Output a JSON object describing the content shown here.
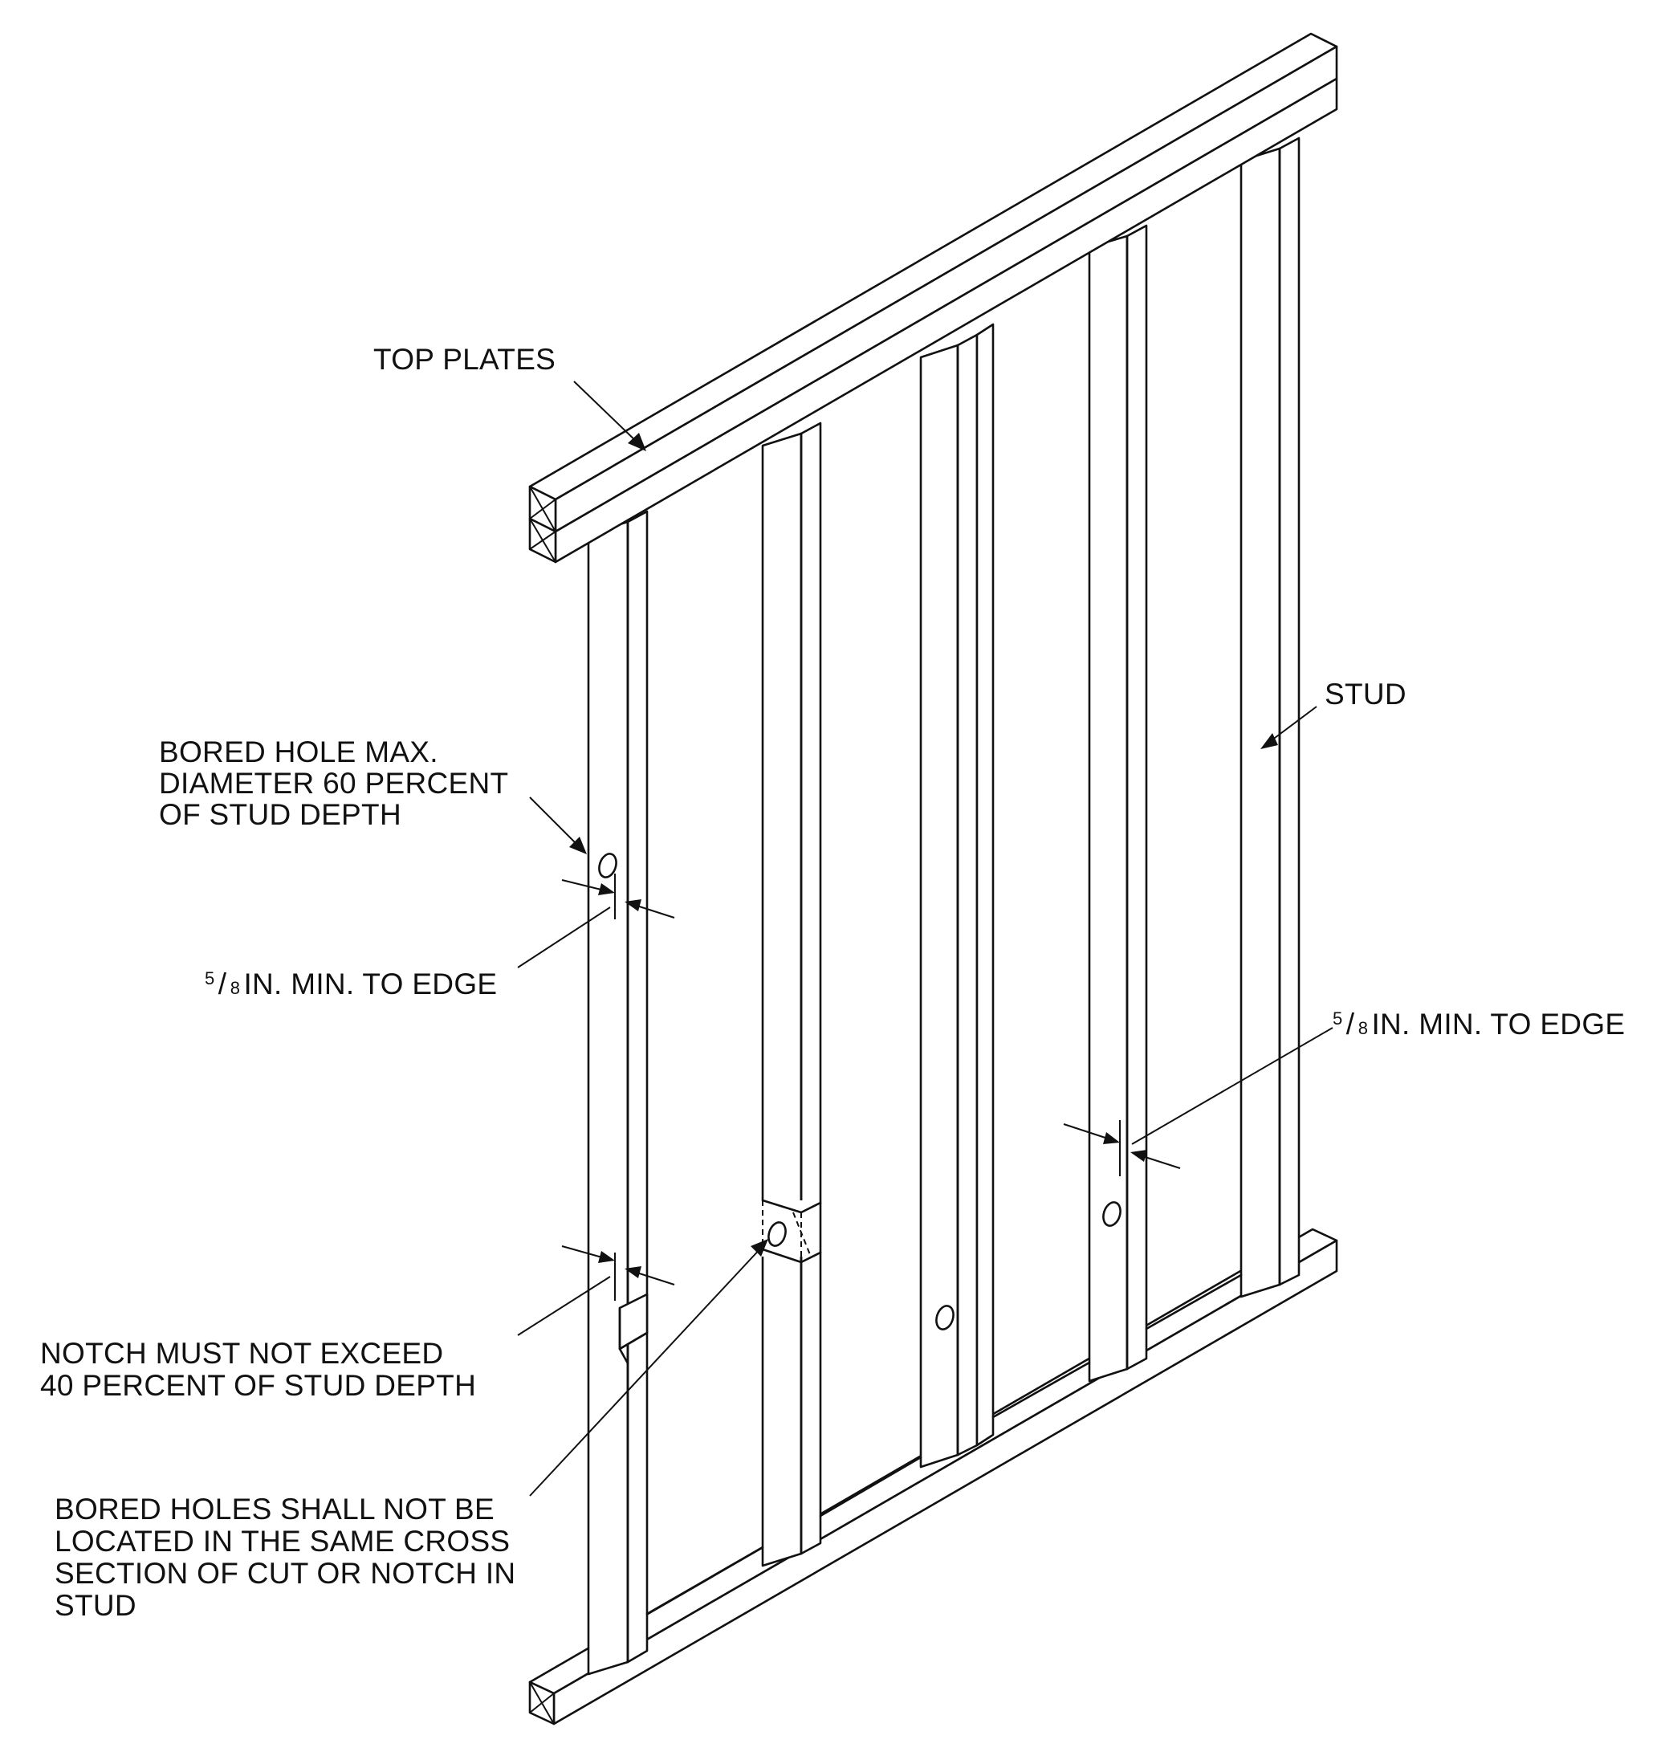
{
  "labels": {
    "top_plates": "TOP PLATES",
    "stud": "STUD",
    "bored_hole_max": [
      "BORED HOLE MAX.",
      "DIAMETER 60 PERCENT",
      "OF STUD DEPTH"
    ],
    "edge_distance_left": {
      "numerator": "5",
      "slash": "/",
      "denominator": "8",
      "text": " IN. MIN. TO EDGE"
    },
    "edge_distance_right": {
      "numerator": "5",
      "slash": "/",
      "denominator": "8",
      "text": " IN. MIN. TO EDGE"
    },
    "notch_limit": [
      "NOTCH MUST NOT EXCEED",
      "40 PERCENT OF STUD DEPTH"
    ],
    "bored_holes_location": [
      "BORED HOLES SHALL NOT BE",
      "LOCATED IN THE SAME CROSS",
      "SECTION OF CUT OR NOTCH IN",
      "STUD"
    ]
  }
}
